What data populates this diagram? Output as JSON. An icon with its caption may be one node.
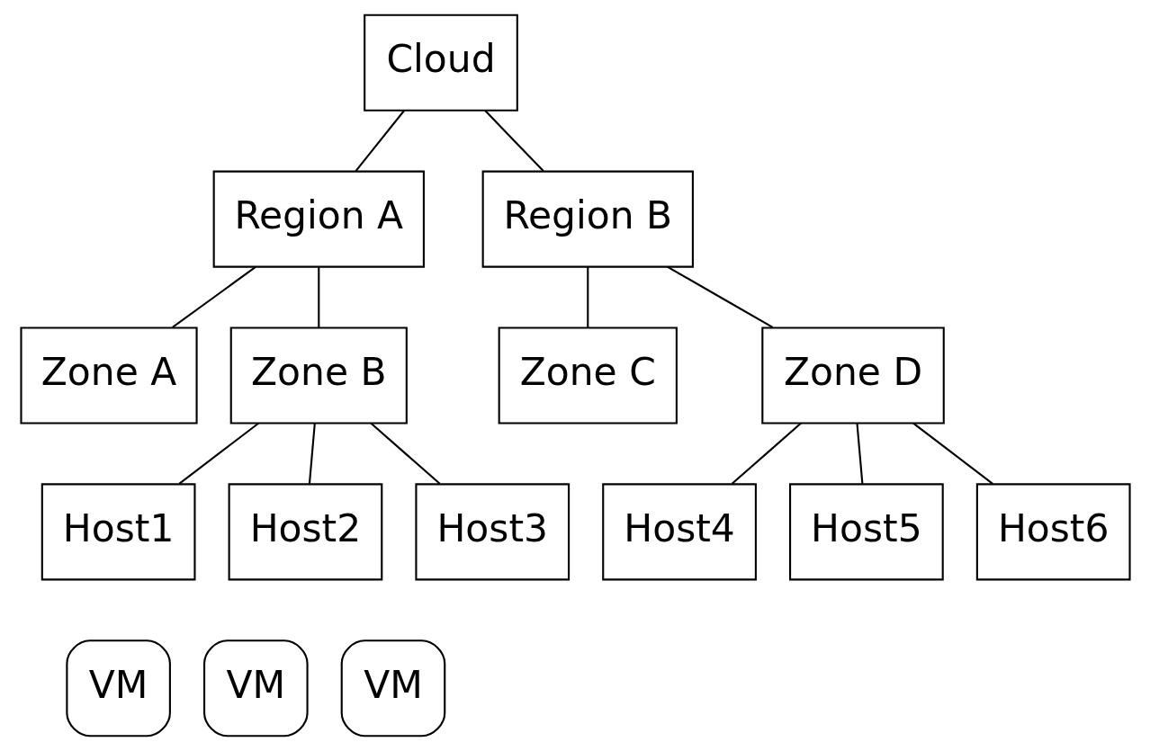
{
  "diagram": {
    "nodes": [
      {
        "text": [
          "Cloud"
        ]
      },
      {
        "text": [
          "Region A"
        ]
      },
      {
        "text": [
          "Region B"
        ]
      },
      {
        "text": [
          "Zone A"
        ]
      },
      {
        "text": [
          "Zone B"
        ]
      },
      {
        "text": [
          "Zone C"
        ]
      },
      {
        "text": [
          "Zone D"
        ]
      },
      {
        "text": [
          "Host1"
        ]
      },
      {
        "text": [
          "Host2"
        ]
      },
      {
        "text": [
          "Host3"
        ]
      },
      {
        "text": [
          "Host4"
        ]
      },
      {
        "text": [
          "Host5"
        ]
      },
      {
        "text": [
          "Host6"
        ]
      },
      {
        "text": [
          "VM"
        ]
      },
      {
        "text": [
          "VM"
        ]
      },
      {
        "text": [
          "VM"
        ]
      }
    ],
    "edges": [
      {
        "from": 0,
        "to": 1,
        "arrow": "none"
      },
      {
        "from": 0,
        "to": 2,
        "arrow": "none"
      },
      {
        "from": 1,
        "to": 3,
        "arrow": "none"
      },
      {
        "from": 1,
        "to": 4,
        "arrow": "none"
      },
      {
        "from": 2,
        "to": 5,
        "arrow": "none"
      },
      {
        "from": 2,
        "to": 6,
        "arrow": "none"
      },
      {
        "from": 4,
        "to": 7,
        "arrow": "none"
      },
      {
        "from": 4,
        "to": 8,
        "arrow": "none"
      },
      {
        "from": 4,
        "to": 9,
        "arrow": "none"
      },
      {
        "from": 6,
        "to": 10,
        "arrow": "none"
      },
      {
        "from": 6,
        "to": 11,
        "arrow": "none"
      },
      {
        "from": 6,
        "to": 12,
        "arrow": "none"
      }
    ]
  }
}
